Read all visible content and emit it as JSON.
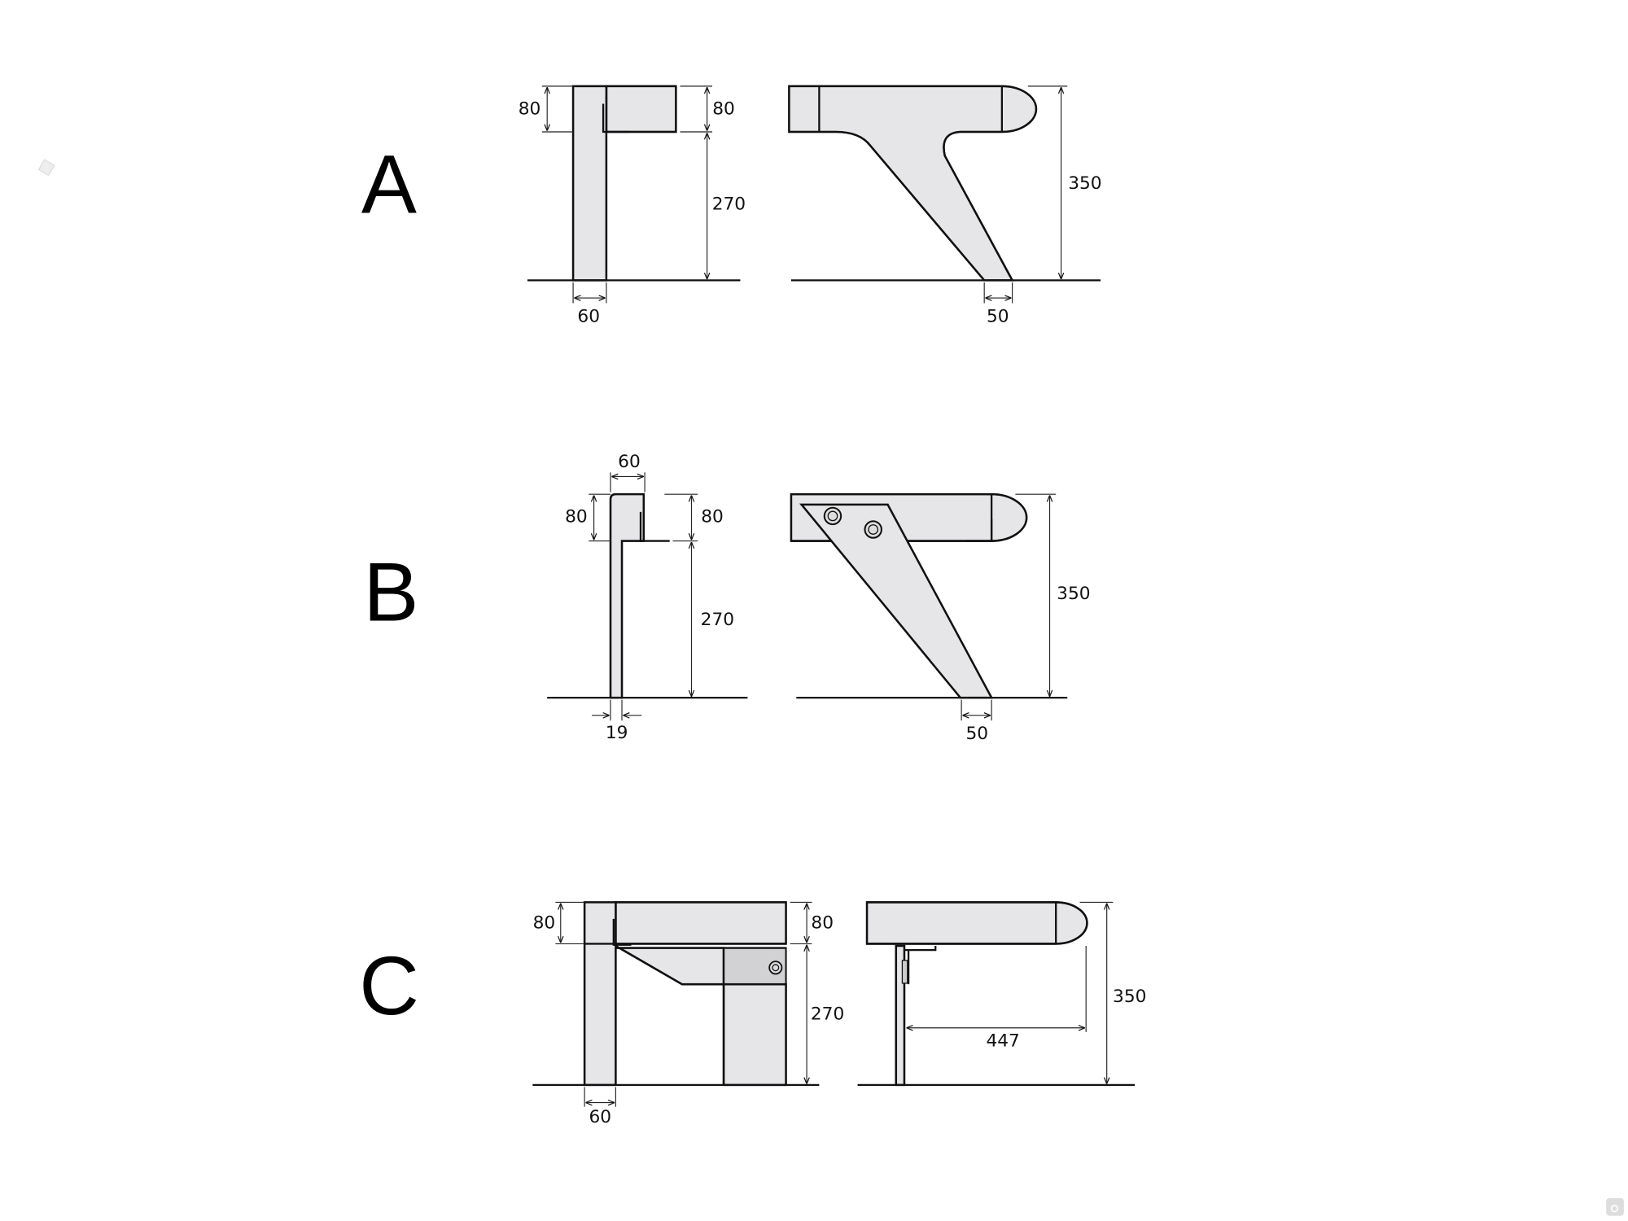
{
  "diagram": {
    "title": "Furniture leg dimension drawings",
    "colors": {
      "part_fill": "#e6e6e8",
      "line": "#111111",
      "background": "#ffffff"
    },
    "sections": [
      {
        "label": "A",
        "front_dims": {
          "rail_height_left": "80",
          "rail_height_right": "80",
          "leg_height": "270",
          "leg_width": "60"
        },
        "side_dims": {
          "total_height": "350",
          "foot_width": "50"
        }
      },
      {
        "label": "B",
        "front_dims": {
          "top_width": "60",
          "rail_height_left": "80",
          "rail_height_right": "80",
          "leg_height": "270",
          "leg_thickness": "19"
        },
        "side_dims": {
          "total_height": "350",
          "foot_width": "50"
        }
      },
      {
        "label": "C",
        "front_dims": {
          "rail_height_left": "80",
          "rail_height_right": "80",
          "leg_height": "270",
          "leg_width": "60"
        },
        "side_dims": {
          "total_height": "350",
          "depth": "447"
        }
      }
    ]
  }
}
